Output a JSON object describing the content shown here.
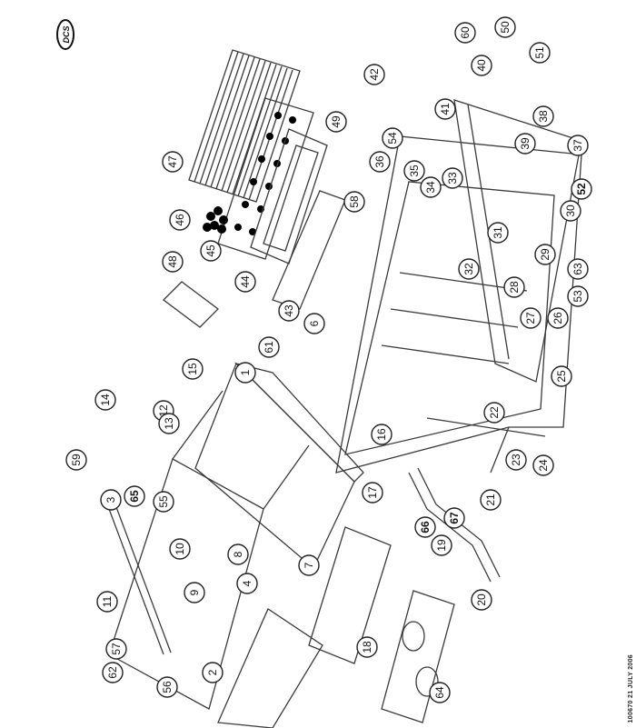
{
  "brand": {
    "logo_text": "DCS",
    "logo_icon": "dcs-logo"
  },
  "footer": {
    "code": "100670",
    "date": "21 JULY 2006"
  },
  "callouts": [
    "60",
    "50",
    "51",
    "40",
    "42",
    "49",
    "41",
    "38",
    "39",
    "47",
    "37",
    "54",
    "33",
    "35",
    "34",
    "36",
    "46",
    "52",
    "58",
    "30",
    "31",
    "48",
    "45",
    "44",
    "32",
    "29",
    "63",
    "28",
    "43",
    "53",
    "27",
    "6",
    "61",
    "26",
    "15",
    "1",
    "25",
    "12",
    "14",
    "22",
    "13",
    "16",
    "59",
    "21",
    "23",
    "65",
    "3",
    "55",
    "17",
    "66",
    "67",
    "24",
    "10",
    "8",
    "19",
    "11",
    "7",
    "4",
    "9",
    "20",
    "57",
    "18",
    "62",
    "64",
    "56",
    "2"
  ]
}
